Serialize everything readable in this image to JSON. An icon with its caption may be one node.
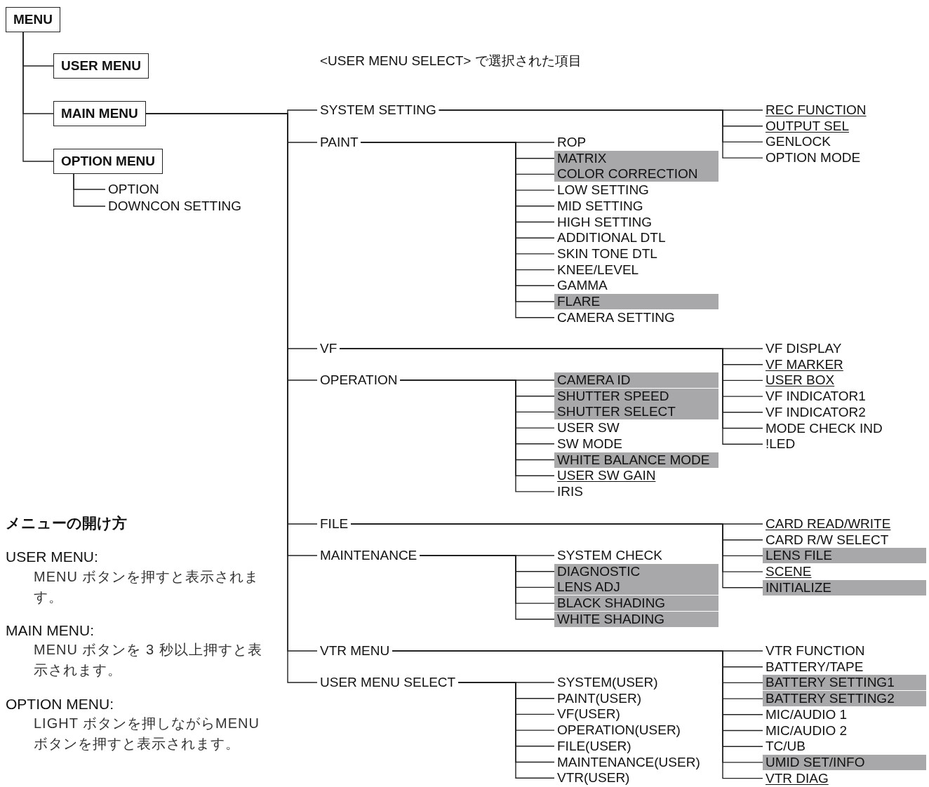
{
  "diagram": {
    "nodes": [
      {
        "text": [
          "MENU"
        ]
      },
      {
        "text": [
          "USER MENU"
        ]
      },
      {
        "text": [
          "MAIN MENU"
        ]
      },
      {
        "text": [
          "OPTION MENU"
        ]
      },
      {
        "text": [
          "OPTION"
        ]
      },
      {
        "text": [
          "DOWNCON SETTING"
        ]
      },
      {
        "text": [
          "SYSTEM SETTING"
        ]
      },
      {
        "text": [
          "PAINT"
        ]
      },
      {
        "text": [
          "VF"
        ]
      },
      {
        "text": [
          "OPERATION"
        ]
      },
      {
        "text": [
          "FILE"
        ]
      },
      {
        "text": [
          "MAINTENANCE"
        ]
      },
      {
        "text": [
          "VTR MENU"
        ]
      },
      {
        "text": [
          "USER MENU SELECT"
        ]
      },
      {
        "text": [
          "REC FUNCTION"
        ]
      },
      {
        "text": [
          "OUTPUT SEL"
        ]
      },
      {
        "text": [
          "GENLOCK"
        ]
      },
      {
        "text": [
          "OPTION MODE"
        ]
      },
      {
        "text": [
          "ROP"
        ]
      },
      {
        "text": [
          "MATRIX"
        ]
      },
      {
        "text": [
          "COLOR CORRECTION"
        ]
      },
      {
        "text": [
          "LOW SETTING"
        ]
      },
      {
        "text": [
          "MID SETTING"
        ]
      },
      {
        "text": [
          "HIGH SETTING"
        ]
      },
      {
        "text": [
          "ADDITIONAL DTL"
        ]
      },
      {
        "text": [
          "SKIN TONE DTL"
        ]
      },
      {
        "text": [
          "KNEE/LEVEL"
        ]
      },
      {
        "text": [
          "GAMMA"
        ]
      },
      {
        "text": [
          "FLARE"
        ]
      },
      {
        "text": [
          "CAMERA SETTING"
        ]
      },
      {
        "text": [
          "VF DISPLAY"
        ]
      },
      {
        "text": [
          "VF MARKER"
        ]
      },
      {
        "text": [
          "USER BOX"
        ]
      },
      {
        "text": [
          "VF INDICATOR1"
        ]
      },
      {
        "text": [
          "VF INDICATOR2"
        ]
      },
      {
        "text": [
          "MODE CHECK IND"
        ]
      },
      {
        "text": [
          "!LED"
        ]
      },
      {
        "text": [
          "CAMERA ID"
        ]
      },
      {
        "text": [
          "SHUTTER SPEED"
        ]
      },
      {
        "text": [
          "SHUTTER SELECT"
        ]
      },
      {
        "text": [
          "USER SW"
        ]
      },
      {
        "text": [
          "SW MODE"
        ]
      },
      {
        "text": [
          "WHITE BALANCE MODE"
        ]
      },
      {
        "text": [
          "USER SW GAIN"
        ]
      },
      {
        "text": [
          "IRIS"
        ]
      },
      {
        "text": [
          "CARD READ/WRITE"
        ]
      },
      {
        "text": [
          "CARD R/W SELECT"
        ]
      },
      {
        "text": [
          "LENS FILE"
        ]
      },
      {
        "text": [
          "SCENE"
        ]
      },
      {
        "text": [
          "INITIALIZE"
        ]
      },
      {
        "text": [
          "SYSTEM CHECK"
        ]
      },
      {
        "text": [
          "DIAGNOSTIC"
        ]
      },
      {
        "text": [
          "LENS ADJ"
        ]
      },
      {
        "text": [
          "BLACK SHADING"
        ]
      },
      {
        "text": [
          "WHITE SHADING"
        ]
      },
      {
        "text": [
          "VTR FUNCTION"
        ]
      },
      {
        "text": [
          "BATTERY/TAPE"
        ]
      },
      {
        "text": [
          "BATTERY SETTING1"
        ]
      },
      {
        "text": [
          "BATTERY SETTING2"
        ]
      },
      {
        "text": [
          "MIC/AUDIO 1"
        ]
      },
      {
        "text": [
          "MIC/AUDIO 2"
        ]
      },
      {
        "text": [
          "TC/UB"
        ]
      },
      {
        "text": [
          "UMID SET/INFO"
        ]
      },
      {
        "text": [
          "VTR DIAG"
        ]
      },
      {
        "text": [
          "SYSTEM(USER)"
        ]
      },
      {
        "text": [
          "PAINT(USER)"
        ]
      },
      {
        "text": [
          "VF(USER)"
        ]
      },
      {
        "text": [
          "OPERATION(USER)"
        ]
      },
      {
        "text": [
          "FILE(USER)"
        ]
      },
      {
        "text": [
          "MAINTENANCE(USER)"
        ]
      },
      {
        "text": [
          "VTR(USER)"
        ]
      }
    ],
    "edges": [
      {
        "from": 0,
        "to": 1,
        "arrow": "none"
      },
      {
        "from": 0,
        "to": 2,
        "arrow": "none"
      },
      {
        "from": 0,
        "to": 3,
        "arrow": "none"
      },
      {
        "from": 3,
        "to": 4,
        "arrow": "none"
      },
      {
        "from": 3,
        "to": 5,
        "arrow": "none"
      },
      {
        "from": 2,
        "to": 6,
        "arrow": "none"
      },
      {
        "from": 2,
        "to": 7,
        "arrow": "none"
      },
      {
        "from": 2,
        "to": 8,
        "arrow": "none"
      },
      {
        "from": 2,
        "to": 9,
        "arrow": "none"
      },
      {
        "from": 2,
        "to": 10,
        "arrow": "none"
      },
      {
        "from": 2,
        "to": 11,
        "arrow": "none"
      },
      {
        "from": 2,
        "to": 12,
        "arrow": "none"
      },
      {
        "from": 2,
        "to": 13,
        "arrow": "none"
      },
      {
        "from": 6,
        "to": 14,
        "arrow": "none"
      },
      {
        "from": 6,
        "to": 15,
        "arrow": "none"
      },
      {
        "from": 6,
        "to": 16,
        "arrow": "none"
      },
      {
        "from": 6,
        "to": 17,
        "arrow": "none"
      },
      {
        "from": 7,
        "to": 18,
        "arrow": "none"
      },
      {
        "from": 7,
        "to": 19,
        "arrow": "none"
      },
      {
        "from": 7,
        "to": 20,
        "arrow": "none"
      },
      {
        "from": 7,
        "to": 21,
        "arrow": "none"
      },
      {
        "from": 7,
        "to": 22,
        "arrow": "none"
      },
      {
        "from": 7,
        "to": 23,
        "arrow": "none"
      },
      {
        "from": 7,
        "to": 24,
        "arrow": "none"
      },
      {
        "from": 7,
        "to": 25,
        "arrow": "none"
      },
      {
        "from": 7,
        "to": 26,
        "arrow": "none"
      },
      {
        "from": 7,
        "to": 27,
        "arrow": "none"
      },
      {
        "from": 7,
        "to": 28,
        "arrow": "none"
      },
      {
        "from": 7,
        "to": 29,
        "arrow": "none"
      },
      {
        "from": 8,
        "to": 30,
        "arrow": "none"
      },
      {
        "from": 8,
        "to": 31,
        "arrow": "none"
      },
      {
        "from": 8,
        "to": 32,
        "arrow": "none"
      },
      {
        "from": 8,
        "to": 33,
        "arrow": "none"
      },
      {
        "from": 8,
        "to": 34,
        "arrow": "none"
      },
      {
        "from": 8,
        "to": 35,
        "arrow": "none"
      },
      {
        "from": 8,
        "to": 36,
        "arrow": "none"
      },
      {
        "from": 9,
        "to": 37,
        "arrow": "none"
      },
      {
        "from": 9,
        "to": 38,
        "arrow": "none"
      },
      {
        "from": 9,
        "to": 39,
        "arrow": "none"
      },
      {
        "from": 9,
        "to": 40,
        "arrow": "none"
      },
      {
        "from": 9,
        "to": 41,
        "arrow": "none"
      },
      {
        "from": 9,
        "to": 42,
        "arrow": "none"
      },
      {
        "from": 9,
        "to": 43,
        "arrow": "none"
      },
      {
        "from": 9,
        "to": 44,
        "arrow": "none"
      },
      {
        "from": 10,
        "to": 45,
        "arrow": "none"
      },
      {
        "from": 10,
        "to": 46,
        "arrow": "none"
      },
      {
        "from": 10,
        "to": 47,
        "arrow": "none"
      },
      {
        "from": 10,
        "to": 48,
        "arrow": "none"
      },
      {
        "from": 10,
        "to": 49,
        "arrow": "none"
      },
      {
        "from": 11,
        "to": 50,
        "arrow": "none"
      },
      {
        "from": 11,
        "to": 51,
        "arrow": "none"
      },
      {
        "from": 11,
        "to": 52,
        "arrow": "none"
      },
      {
        "from": 11,
        "to": 53,
        "arrow": "none"
      },
      {
        "from": 11,
        "to": 54,
        "arrow": "none"
      },
      {
        "from": 12,
        "to": 55,
        "arrow": "none"
      },
      {
        "from": 12,
        "to": 56,
        "arrow": "none"
      },
      {
        "from": 12,
        "to": 57,
        "arrow": "none"
      },
      {
        "from": 12,
        "to": 58,
        "arrow": "none"
      },
      {
        "from": 12,
        "to": 59,
        "arrow": "none"
      },
      {
        "from": 12,
        "to": 60,
        "arrow": "none"
      },
      {
        "from": 12,
        "to": 61,
        "arrow": "none"
      },
      {
        "from": 12,
        "to": 62,
        "arrow": "none"
      },
      {
        "from": 12,
        "to": 63,
        "arrow": "none"
      },
      {
        "from": 13,
        "to": 64,
        "arrow": "none"
      },
      {
        "from": 13,
        "to": 65,
        "arrow": "none"
      },
      {
        "from": 13,
        "to": 66,
        "arrow": "none"
      },
      {
        "from": 13,
        "to": 67,
        "arrow": "none"
      },
      {
        "from": 13,
        "to": 68,
        "arrow": "none"
      },
      {
        "from": 13,
        "to": 69,
        "arrow": "none"
      },
      {
        "from": 13,
        "to": 70,
        "arrow": "none"
      }
    ],
    "labels": [
      "<USER MENU SELECT> で選択された項目",
      "メニューの開け方",
      "USER MENU:",
      "MENU ボタンを押すと表示されます。",
      "MAIN MENU:",
      "MENU ボタンを 3 秒以上押すと表示されます。",
      "OPTION MENU:",
      "LIGHT ボタンを押しながらMENU ボタンを押すと表示されます。"
    ]
  }
}
